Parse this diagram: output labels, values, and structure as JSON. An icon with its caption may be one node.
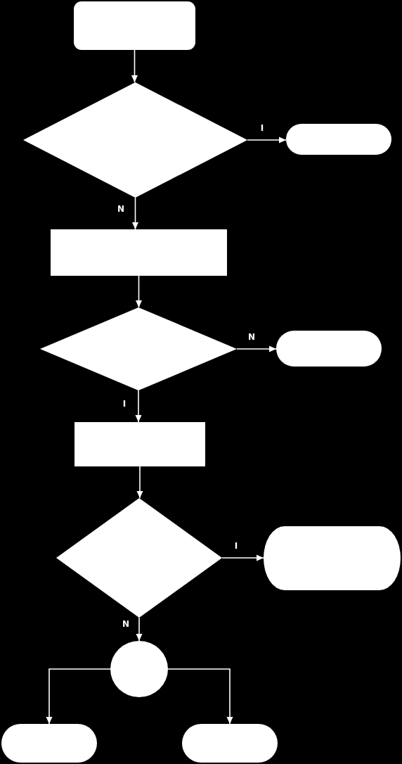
{
  "diagram": {
    "nodes": [
      {
        "text": [],
        "shape": "box"
      },
      {
        "text": [],
        "shape": "diamond"
      },
      {
        "text": [],
        "shape": "pill"
      },
      {
        "text": [],
        "shape": "box"
      },
      {
        "text": [],
        "shape": "diamond"
      },
      {
        "text": [],
        "shape": "pill"
      },
      {
        "text": [],
        "shape": "box"
      },
      {
        "text": [],
        "shape": "diamond"
      },
      {
        "text": [],
        "shape": "pill"
      },
      {
        "text": [],
        "shape": "circle"
      },
      {
        "text": [],
        "shape": "pill"
      },
      {
        "text": [],
        "shape": "pill"
      }
    ],
    "edges": [
      {
        "from": 0,
        "to": 1,
        "arrow": "to"
      },
      {
        "from": 1,
        "to": 2,
        "arrow": "to",
        "label": "I"
      },
      {
        "from": 1,
        "to": 3,
        "arrow": "to",
        "label": "N"
      },
      {
        "from": 3,
        "to": 4,
        "arrow": "to"
      },
      {
        "from": 4,
        "to": 5,
        "arrow": "to",
        "label": "N"
      },
      {
        "from": 4,
        "to": 6,
        "arrow": "to",
        "label": "I"
      },
      {
        "from": 6,
        "to": 7,
        "arrow": "to"
      },
      {
        "from": 7,
        "to": 8,
        "arrow": "to",
        "label": "I"
      },
      {
        "from": 7,
        "to": 9,
        "arrow": "to",
        "label": "N"
      },
      {
        "from": 9,
        "to": 10,
        "arrow": "to"
      },
      {
        "from": 9,
        "to": 11,
        "arrow": "to"
      }
    ]
  }
}
